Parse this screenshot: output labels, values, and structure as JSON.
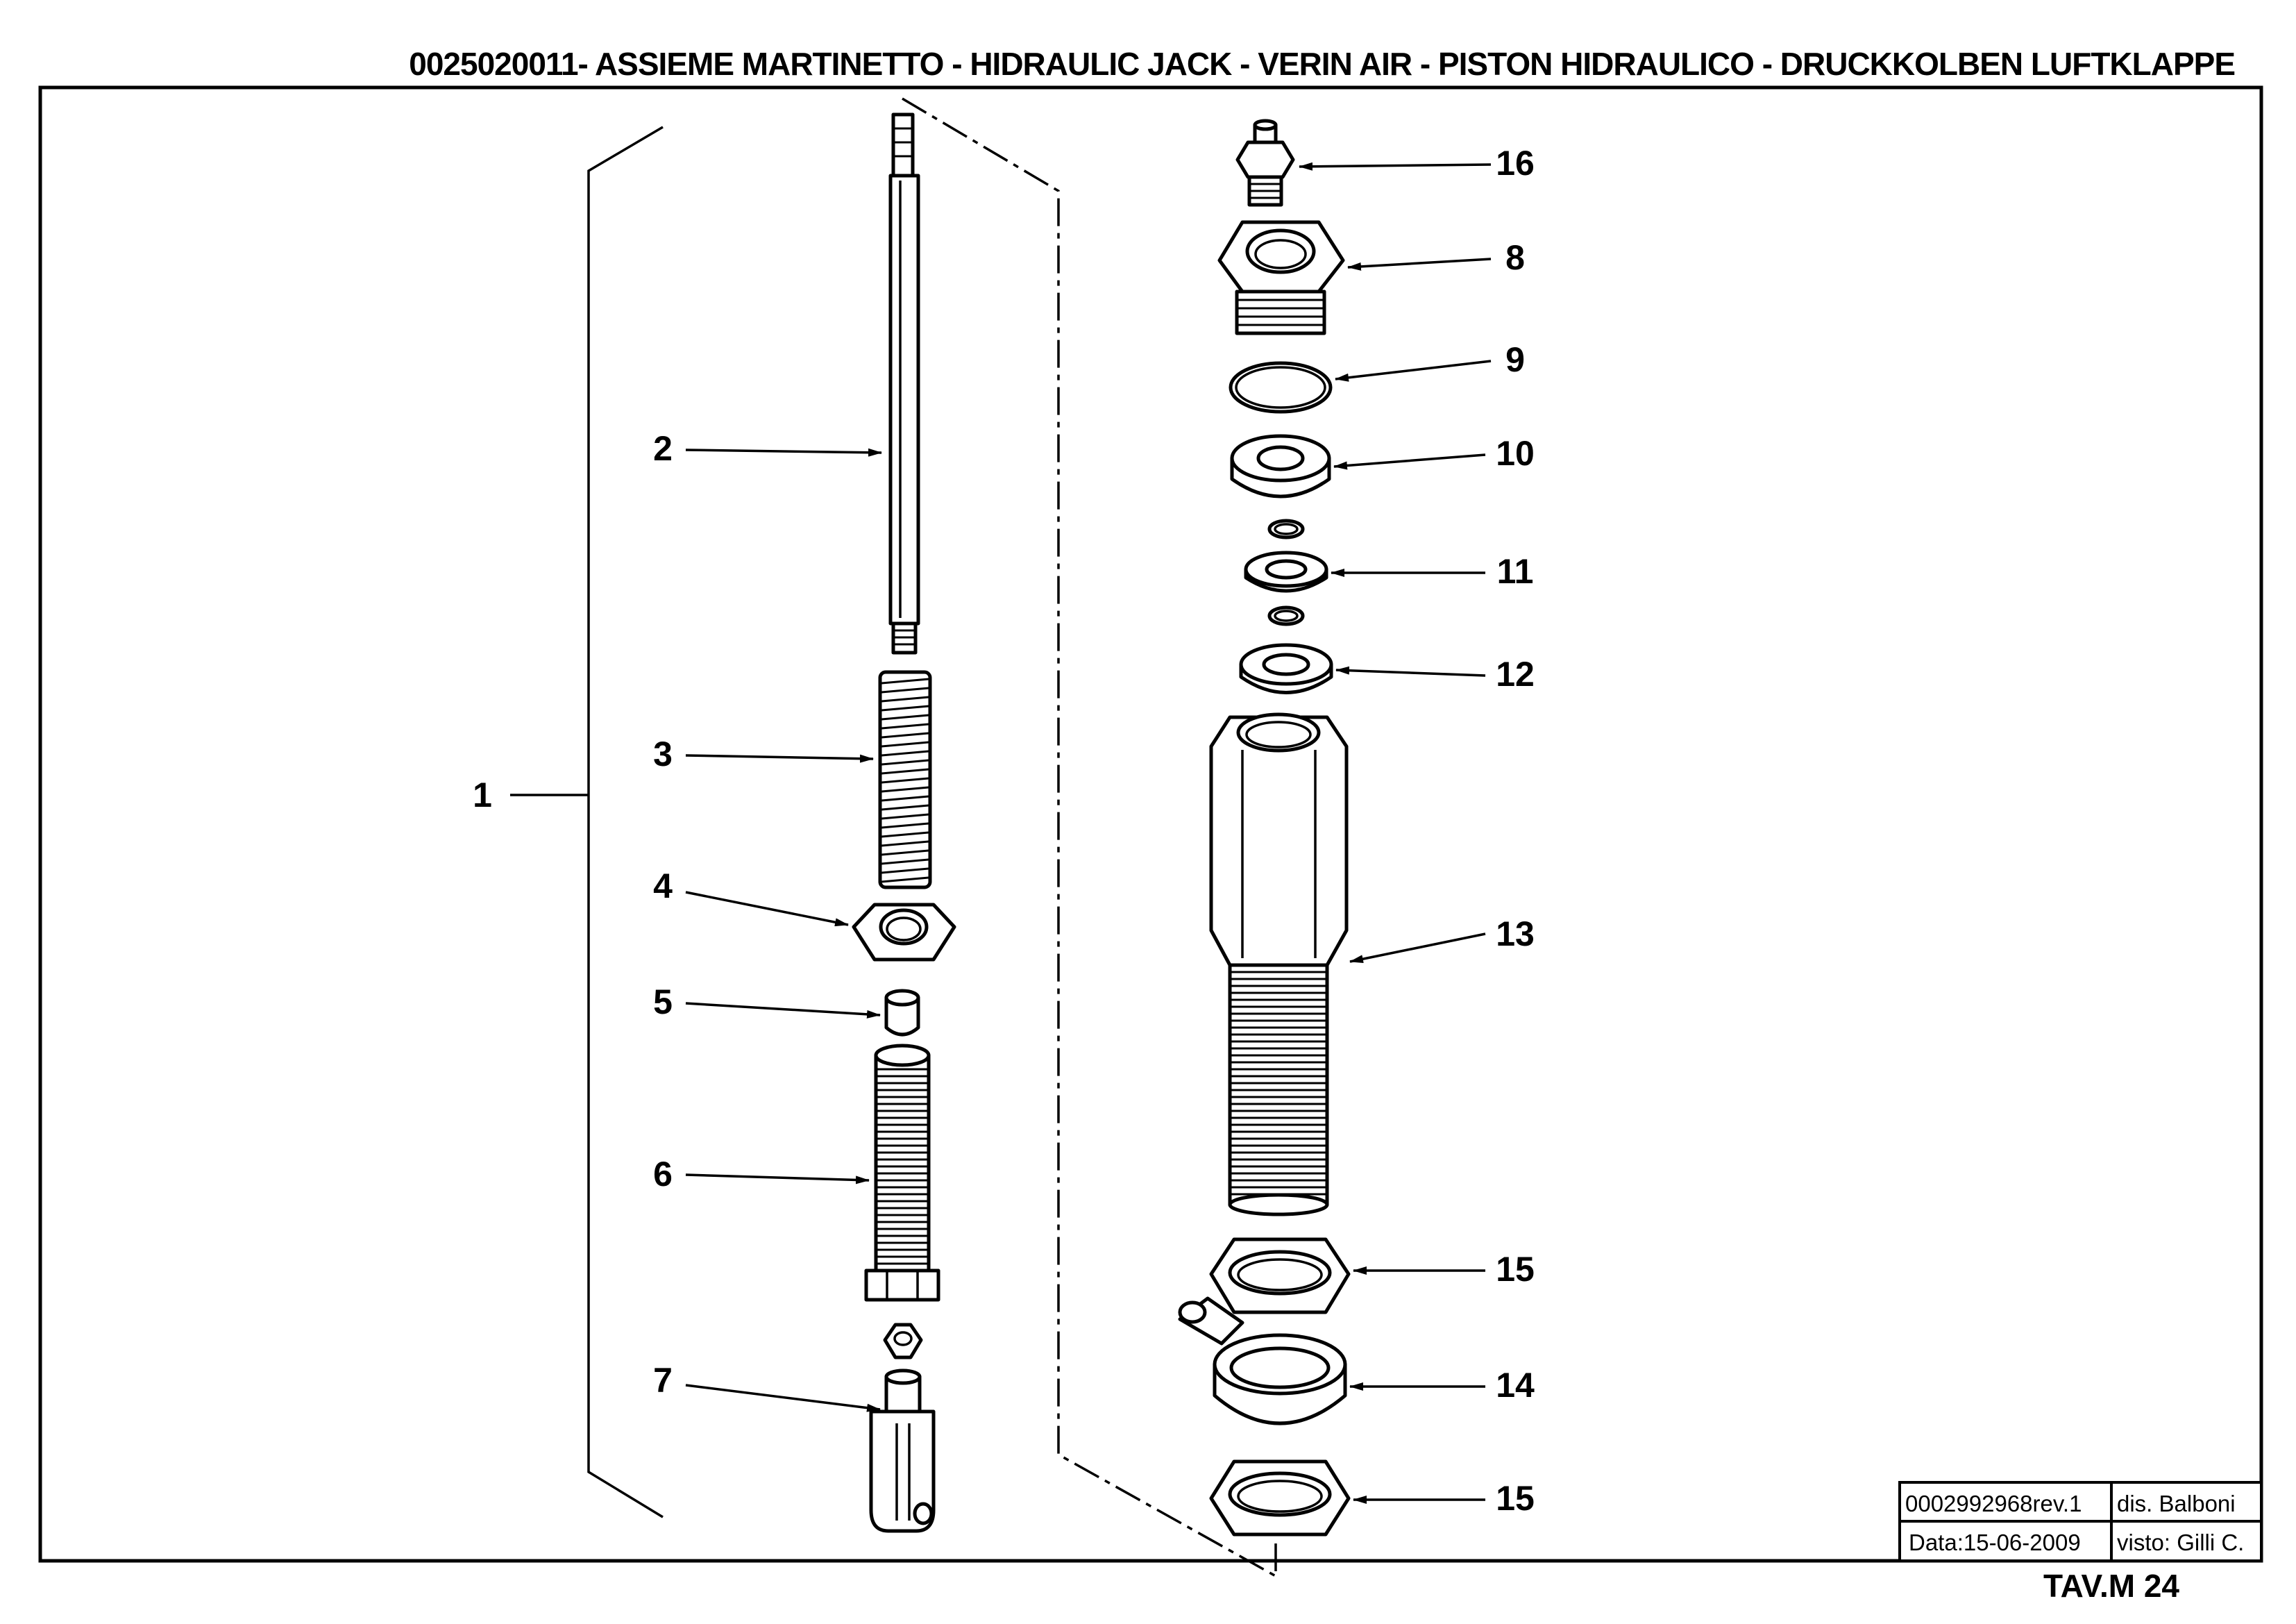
{
  "drawing": {
    "title": "0025020011- ASSIEME MARTINETTO - HIDRAULIC JACK - VERIN AIR -  PISTON HIDRAULICO - DRUCKKOLBEN LUFTKLAPPE",
    "sheet": "TAV.M 24"
  },
  "title_block": {
    "code": "0002992968rev.1",
    "drawn_by": "dis. Balboni",
    "date": "Data:15-06-2009",
    "checked_by": "visto: Gilli C."
  },
  "callouts": [
    "1",
    "2",
    "3",
    "4",
    "5",
    "6",
    "7",
    "16",
    "8",
    "9",
    "10",
    "11",
    "12",
    "13",
    "15",
    "14",
    "15"
  ],
  "colors": {
    "ink": "#000000",
    "paper": "#ffffff"
  }
}
